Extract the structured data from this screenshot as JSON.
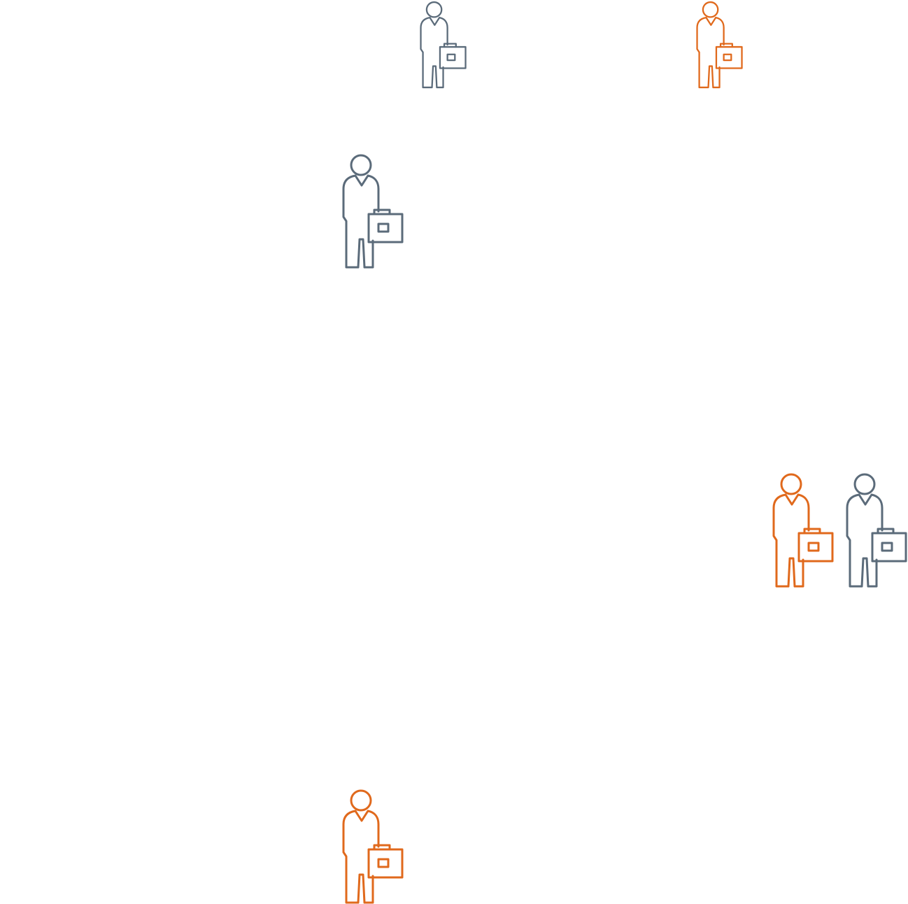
{
  "colors": {
    "slate": "#5b6b7a",
    "orange": "#e0691c",
    "background": "#ffffff"
  },
  "figures": [
    {
      "icon": "businessperson-with-briefcase-icon",
      "color": "slate"
    },
    {
      "icon": "businessperson-with-briefcase-icon",
      "color": "orange"
    },
    {
      "icon": "businessperson-with-briefcase-icon",
      "color": "slate"
    },
    {
      "icon": "businessperson-with-briefcase-icon",
      "color": "orange"
    },
    {
      "icon": "businessperson-with-briefcase-icon",
      "color": "slate"
    },
    {
      "icon": "businessperson-with-briefcase-icon",
      "color": "orange"
    }
  ]
}
